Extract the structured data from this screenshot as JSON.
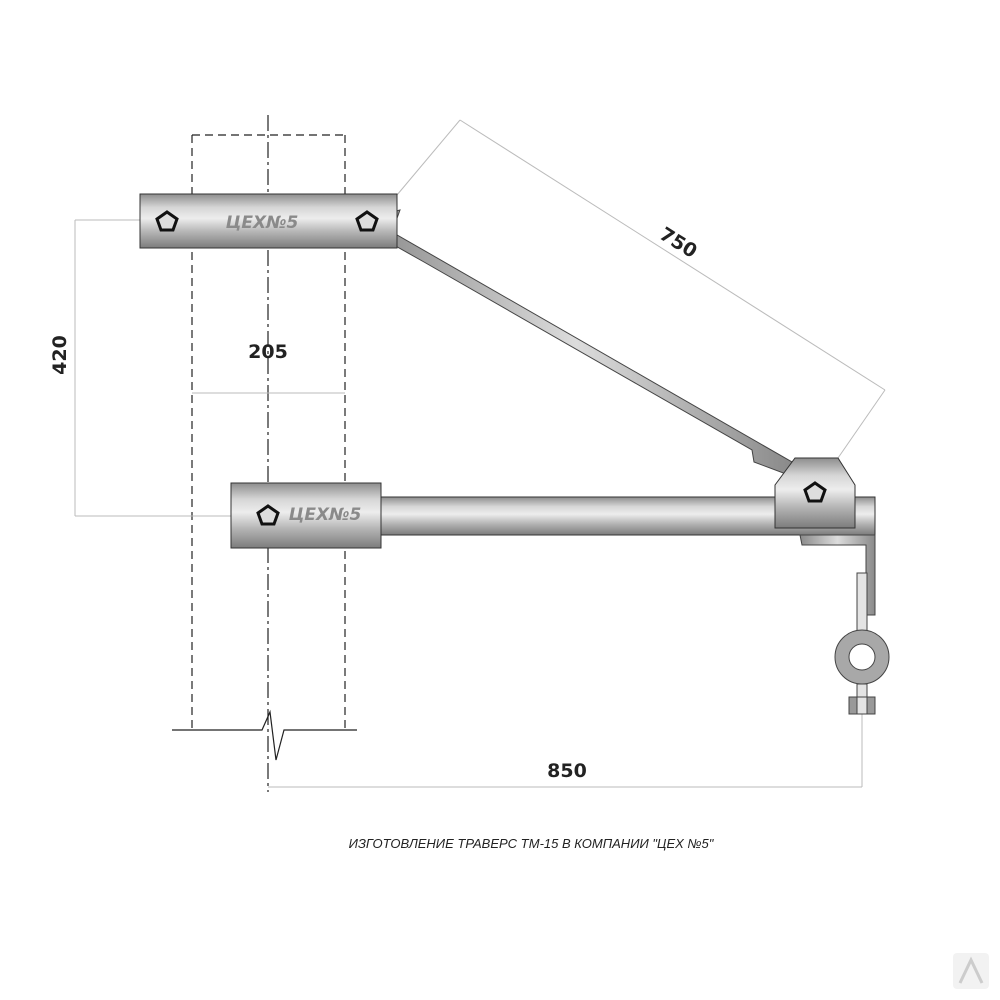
{
  "drawing": {
    "dimensions": {
      "column_width": "205",
      "vertical_spacing": "420",
      "strut_length": "750",
      "reach": "850"
    },
    "logo_text": "ЦЕХ№5",
    "caption": "ИЗГОТОВЛЕНИЕ ТРАВЕРС ТМ-15 В КОМПАНИИ \"ЦЕХ №5\""
  }
}
